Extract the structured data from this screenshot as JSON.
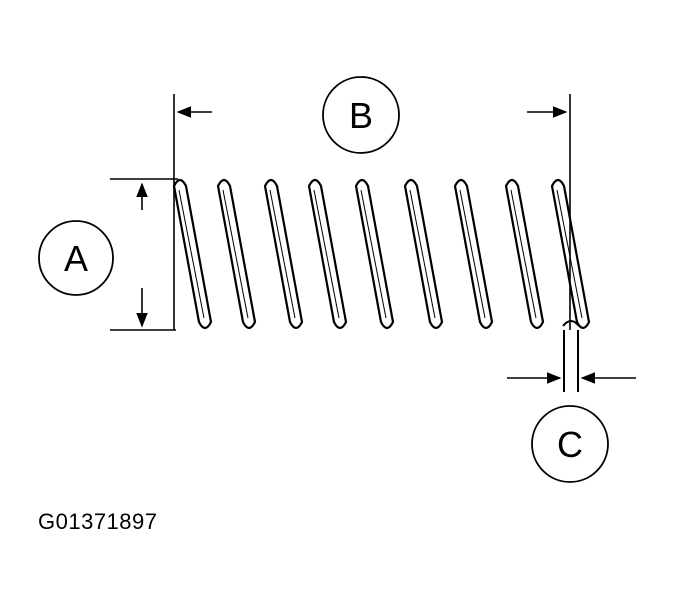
{
  "labels": {
    "a": "A",
    "b": "B",
    "c": "C"
  },
  "figure_id": "G01371897",
  "colors": {
    "stroke": "#000000",
    "background": "#ffffff"
  }
}
